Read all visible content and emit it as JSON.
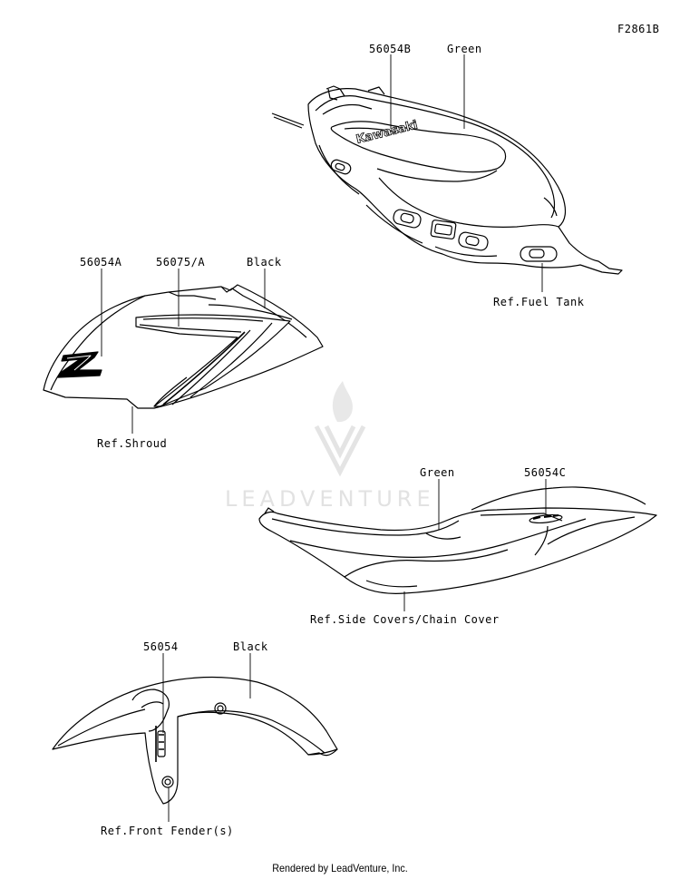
{
  "figure_id": "F2861B",
  "watermark": "LEADVENTURE",
  "footer": "Rendered by LeadVenture, Inc.",
  "colors": {
    "line": "#000000",
    "watermark": "#e2e2e2",
    "shade": "#d8d8d8"
  },
  "fuel_tank": {
    "part_label": "56054B",
    "color_label": "Green",
    "ref_label": "Ref.Fuel Tank",
    "emblem_text": "Kawasaki"
  },
  "shroud": {
    "part_label_1": "56054A",
    "part_label_2": "56075/A",
    "color_label": "Black",
    "ref_label": "Ref.Shroud"
  },
  "side_cover": {
    "color_label": "Green",
    "part_label": "56054C",
    "ref_label": "Ref.Side Covers/Chain Cover"
  },
  "front_fender": {
    "part_label": "56054",
    "color_label": "Black",
    "ref_label": "Ref.Front Fender(s)"
  }
}
